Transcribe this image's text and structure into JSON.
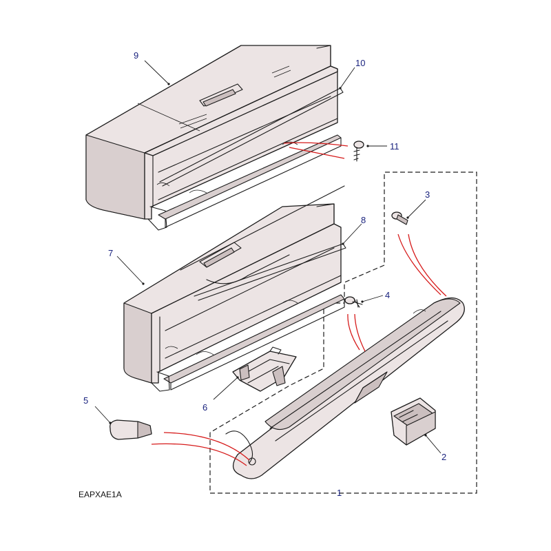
{
  "reference_code": "EAPXAE1A",
  "callouts": {
    "c1": "1",
    "c2": "2",
    "c3": "3",
    "c4": "4",
    "c5": "5",
    "c6": "6",
    "c7": "7",
    "c8": "8",
    "c9": "9",
    "c10": "10",
    "c11": "11"
  },
  "colors": {
    "callout_text": "#1a237e",
    "fitting_lines": "#d61a1a",
    "part_fill": "#ece4e4",
    "outline": "#1a1a1a"
  }
}
